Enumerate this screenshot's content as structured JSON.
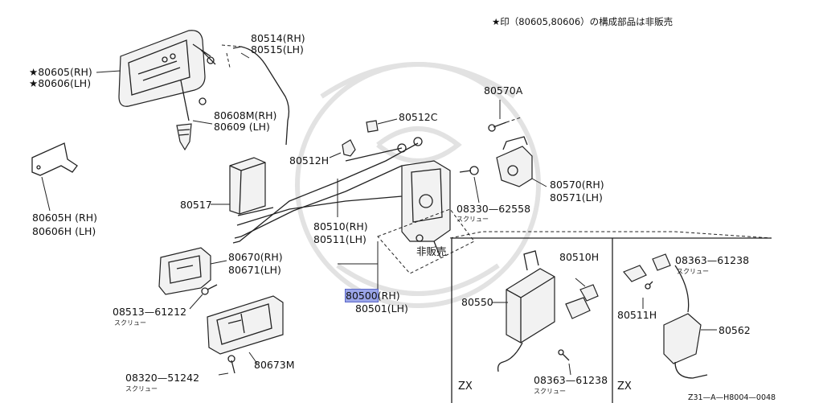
{
  "note": "★印（80605,80606）の構成部品は非販売",
  "footer_code": "Z31—A—H8004—0048",
  "labels": {
    "p80605": "★80605(RH)",
    "p80606": "★80606(LH)",
    "p80514": "80514(RH)",
    "p80515": "80515(LH)",
    "p80608m": "80608M(RH)",
    "p80609": "80609  (LH)",
    "p80512c": "80512C",
    "p80570a": "80570A",
    "p80512h": "80512H",
    "p80570": "80570(RH)",
    "p80571": "80571(LH)",
    "p80605h": "80605H (RH)",
    "p80606h": "80606H (LH)",
    "p80517": "80517",
    "p08330": "08330—62558",
    "p80510": "80510(RH)",
    "p80511": "80511(LH)",
    "hihanbai": "非販売",
    "p80670": "80670(RH)",
    "p80671": "80671(LH)",
    "p80510h": "80510H",
    "p08363a": "08363—61238",
    "p80500": "80500",
    "p80500rh": "(RH)",
    "p80501": "80501(LH)",
    "p80550": "80550",
    "p80511h": "80511H",
    "p08513": "08513—61212",
    "p80562": "80562",
    "p80673m": "80673M",
    "p08363b": "08363—61238",
    "p08320": "08320—51242",
    "zx1": "ZX",
    "zx2": "ZX"
  },
  "screw_label": "スクリュー"
}
